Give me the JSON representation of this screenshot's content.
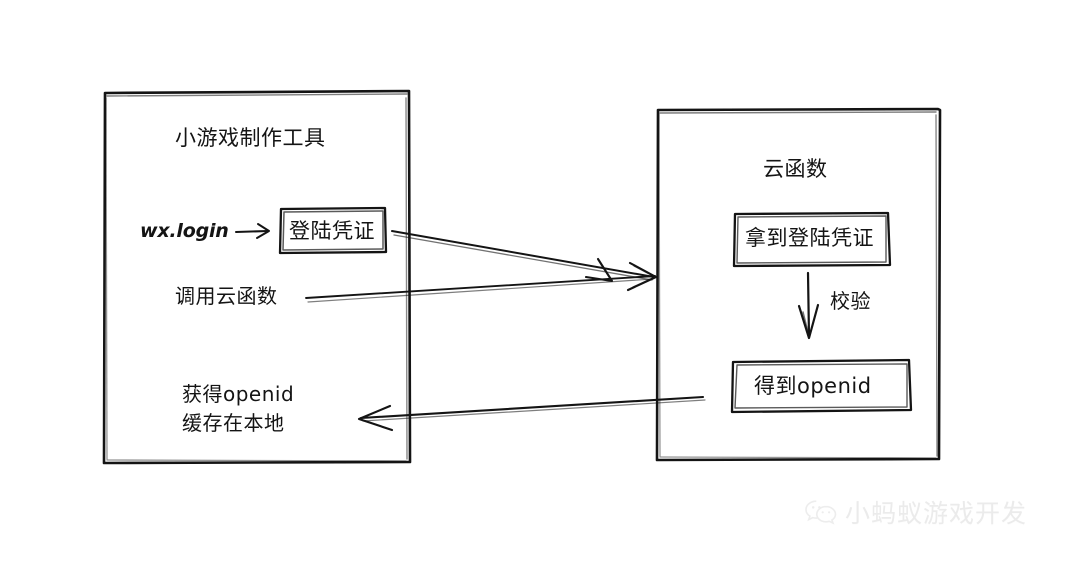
{
  "diagram": {
    "background": "#ffffff",
    "ink": "#141414",
    "left_panel": {
      "name": "mini-game-dev-tool-panel",
      "title": "小游戏制作工具",
      "api_call": "wx.login",
      "credential_box": "登陆凭证",
      "invoke_label": "调用云函数",
      "result_line1": "获得openid",
      "result_line2": "缓存在本地"
    },
    "right_panel": {
      "name": "cloud-function-panel",
      "title": "云函数",
      "receive_box": "拿到登陆凭证",
      "verify_label": "校验",
      "openid_box": "得到openid"
    },
    "connectors": [
      {
        "id": "credential-to-cloud",
        "from": "登陆凭证",
        "to": "云函数",
        "direction": "left-to-right"
      },
      {
        "id": "invoke-to-cloud",
        "from": "调用云函数",
        "to": "云函数",
        "direction": "left-to-right"
      },
      {
        "id": "verify-arrow",
        "from": "拿到登陆凭证",
        "to": "得到openid",
        "direction": "top-to-bottom",
        "label": "校验"
      },
      {
        "id": "openid-return",
        "from": "得到openid",
        "to": "获得openid 缓存在本地",
        "direction": "right-to-left"
      }
    ]
  },
  "watermark": {
    "icon": "wechat-logo-icon",
    "text": "小蚂蚁游戏开发",
    "color": "#ebebeb"
  }
}
